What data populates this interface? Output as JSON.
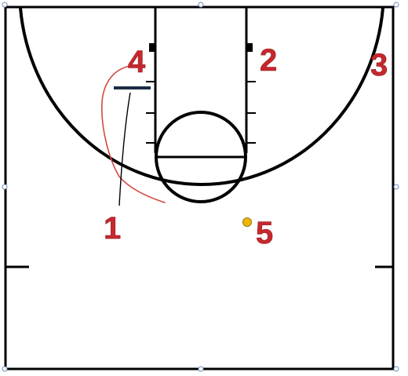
{
  "players": [
    {
      "id": "player-1",
      "label": "1"
    },
    {
      "id": "player-2",
      "label": "2"
    },
    {
      "id": "player-3",
      "label": "3"
    },
    {
      "id": "player-4",
      "label": "4"
    },
    {
      "id": "player-5",
      "label": "5"
    }
  ],
  "colors": {
    "court_line": "#000000",
    "cut_path": "#d04a42",
    "pass_line": "#000000",
    "screen_bar": "#1c2d45",
    "ball_fill": "#f5b400",
    "ball_stroke": "#8a7a2a",
    "player_label": "#c8282d",
    "selection_handle": "#6f8fb5"
  }
}
